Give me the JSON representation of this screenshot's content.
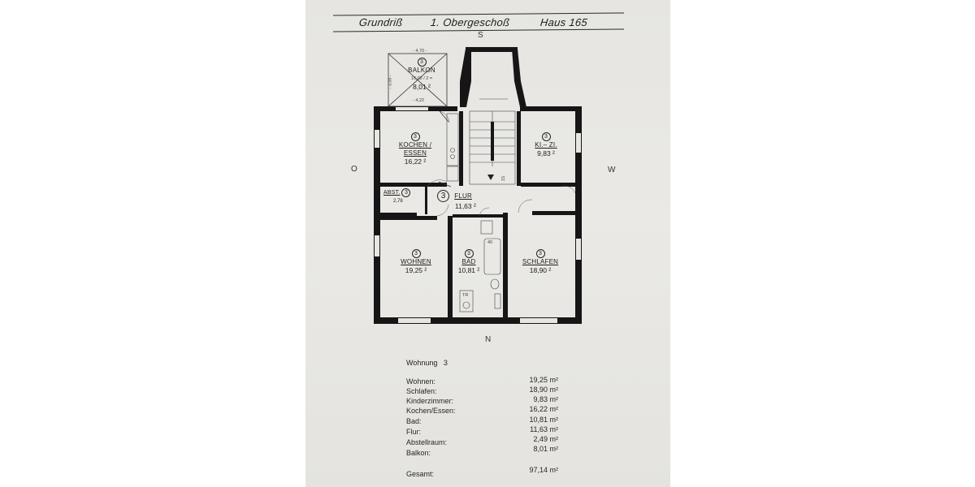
{
  "header": {
    "title": "Grundriß",
    "floor": "1. Obergeschoß",
    "house": "Haus 165"
  },
  "compass": {
    "south": "S",
    "north": "N",
    "east": "O",
    "west": "W"
  },
  "rooms": [
    {
      "number": "3",
      "name": "BALKON",
      "note": "16,02 / 2 =",
      "area": "8,01 ²"
    },
    {
      "number": "3",
      "name": "KOCHEN / ESSEN",
      "area": "16,22 ²"
    },
    {
      "number": "3",
      "name": "KI.– ZI.",
      "area": "9,83 ²"
    },
    {
      "number": "3",
      "name": "ABST.",
      "area": "2,78"
    },
    {
      "number": "3",
      "name": "FLUR",
      "area": "11,63 ²"
    },
    {
      "number": "3",
      "name": "WOHNEN",
      "area": "19,25 ²"
    },
    {
      "number": "3",
      "name": "BAD",
      "area": "10,81 ²"
    },
    {
      "number": "3",
      "name": "SCHLAFEN",
      "area": "18,90 ²"
    }
  ],
  "dimensions": {
    "balcony_width": "- 4,70 -",
    "balcony_depth": "- 3,58 -",
    "balcony_inner": "- 4,22",
    "bath_tub": "40",
    "wc": "TR",
    "stair_mark": "15"
  },
  "table": {
    "title": "Wohnung   3",
    "rows": [
      {
        "label": "Wohnen:",
        "value": "19,25 m²"
      },
      {
        "label": "Schlafen:",
        "value": "18,90 m²"
      },
      {
        "label": "Kinderzimmer:",
        "value": "9,83 m²"
      },
      {
        "label": "Kochen/Essen:",
        "value": "16,22 m²"
      },
      {
        "label": "Bad:",
        "value": "10,81 m²"
      },
      {
        "label": "Flur:",
        "value": "11,63 m²"
      },
      {
        "label": "Abstellraum:",
        "value": "2,49 m²"
      },
      {
        "label": "Balkon:",
        "value": "8,01 m²"
      }
    ],
    "total_label": "Gesamt:",
    "total_value": "97,14 m²"
  }
}
